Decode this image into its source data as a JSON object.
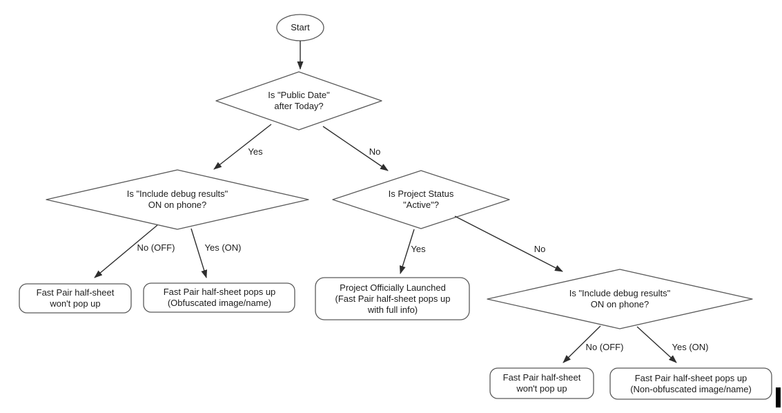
{
  "diagram": {
    "nodes": {
      "start": {
        "type": "terminator",
        "label": "Start"
      },
      "d1": {
        "type": "decision",
        "label": "Is \"Public Date\"\nafter Today?"
      },
      "d2": {
        "type": "decision",
        "label": "Is \"Include debug results\"\nON on phone?"
      },
      "d3": {
        "type": "decision",
        "label": "Is Project Status\n\"Active\"?"
      },
      "d4": {
        "type": "decision",
        "label": "Is \"Include debug results\"\nON on phone?"
      },
      "b1": {
        "type": "result",
        "label": "Fast Pair half-sheet\nwon't pop up"
      },
      "b2": {
        "type": "result",
        "label": "Fast Pair half-sheet pops up\n(Obfuscated image/name)"
      },
      "b3": {
        "type": "result",
        "label": "Project Officially Launched\n(Fast Pair half-sheet pops up\nwith full info)"
      },
      "b4": {
        "type": "result",
        "label": "Fast Pair half-sheet\nwon't pop up"
      },
      "b5": {
        "type": "result",
        "label": "Fast Pair half-sheet pops up\n(Non-obfuscated image/name)"
      }
    },
    "edges": {
      "d1_yes": {
        "label": "Yes"
      },
      "d1_no": {
        "label": "No"
      },
      "d2_no": {
        "label": "No (OFF)"
      },
      "d2_yes": {
        "label": "Yes (ON)"
      },
      "d3_yes": {
        "label": "Yes"
      },
      "d3_no": {
        "label": "No"
      },
      "d4_no": {
        "label": "No (OFF)"
      },
      "d4_yes": {
        "label": "Yes (ON)"
      }
    },
    "colors": {
      "shape_stroke": "#595959",
      "arrow": "#2e2e2e",
      "text": "#1c1c1c",
      "background": "#ffffff",
      "cursor_bar": "#000000"
    }
  }
}
